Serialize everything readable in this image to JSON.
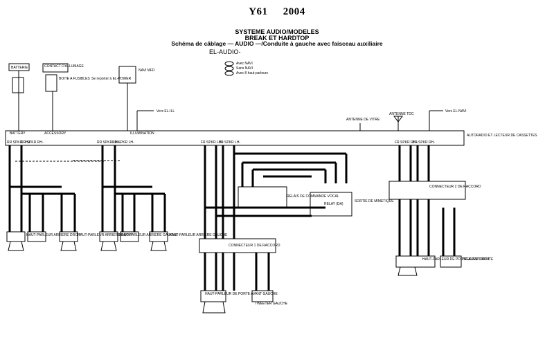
{
  "header": {
    "model": "Y61",
    "year": "2004",
    "title_line1": "SYSTEME AUDIO/MODELES",
    "title_line2": "BREAK ET HARDTOP",
    "subtitle": "Schéma de câblage — AUDIO —/Conduite à gauche avec faisceau auxiliaire",
    "code": "EL-AUDIO-"
  },
  "legend": [
    "Avec NAVI",
    "Sans NAVI",
    "Avec 8 haut-parleurs"
  ],
  "labels": {
    "batterie": "BATTERIE",
    "fuse_box": "BOITE A FUSIBLES",
    "contact": "CONTACT D'ALLUMAGE",
    "se_reporter": "Se reporter à EL-POWER",
    "navi_mfd": "NAVI MFD",
    "battery": "BATTERY",
    "accessory": "ACCESSORY",
    "illumination": "ILLUMINATION",
    "vers_el_ill": "Vers EL-ILL",
    "antenne": "ANTENNE DE VITRE",
    "antenne_tdc": "ANTENNE TDC",
    "vers_el_navi": "Vers EL-NAVI",
    "auto_poste": "AUTORADIO ET LECTEUR DE CASSETTES",
    "rr_spk_rh_pos": "RR SPKR RH+",
    "rr_spk_rh_neg": "RR SPKR RH-",
    "rr_spk_lh_pos": "RR SPKR LH+",
    "rr_spk_lh_neg": "RR SPKR LH-",
    "fr_spk_lh_pos": "FR SPKR LH+",
    "fr_spk_lh_neg": "FR SPKR LH-",
    "fr_spk_rh_pos": "FR SPKR RH+",
    "fr_spk_rh_neg": "FR SPKR RH-",
    "hp1": "HAUT-PARLEUR ARRIERE DROIT",
    "hp2": "HAUT-PARLEUR ARRIERE DROIT",
    "hp3": "HAUT-PARLEUR ARRIERE GAUCHE",
    "hp4": "HAUT-PARLEUR ARRIERE GAUCHE",
    "relais": "RELAIS DE COMMANDE VOCAL",
    "sortie": "SORTIE DE MIMETIQUE",
    "relay": "RELAY (DA)",
    "connector1": "CONNECTEUR 1 DE RACCORD",
    "connector2": "CONNECTEUR 2 DE RACCORD",
    "hp_av_g": "HAUT-PARLEUR DE PORTE AVANT GAUCHE",
    "tweeter_g": "TWEETER GAUCHE",
    "hp_av_d": "HAUT-PARLEUR DE PORTE AVANT DROITE",
    "tweeter_d": "TWEETER DROIT"
  }
}
